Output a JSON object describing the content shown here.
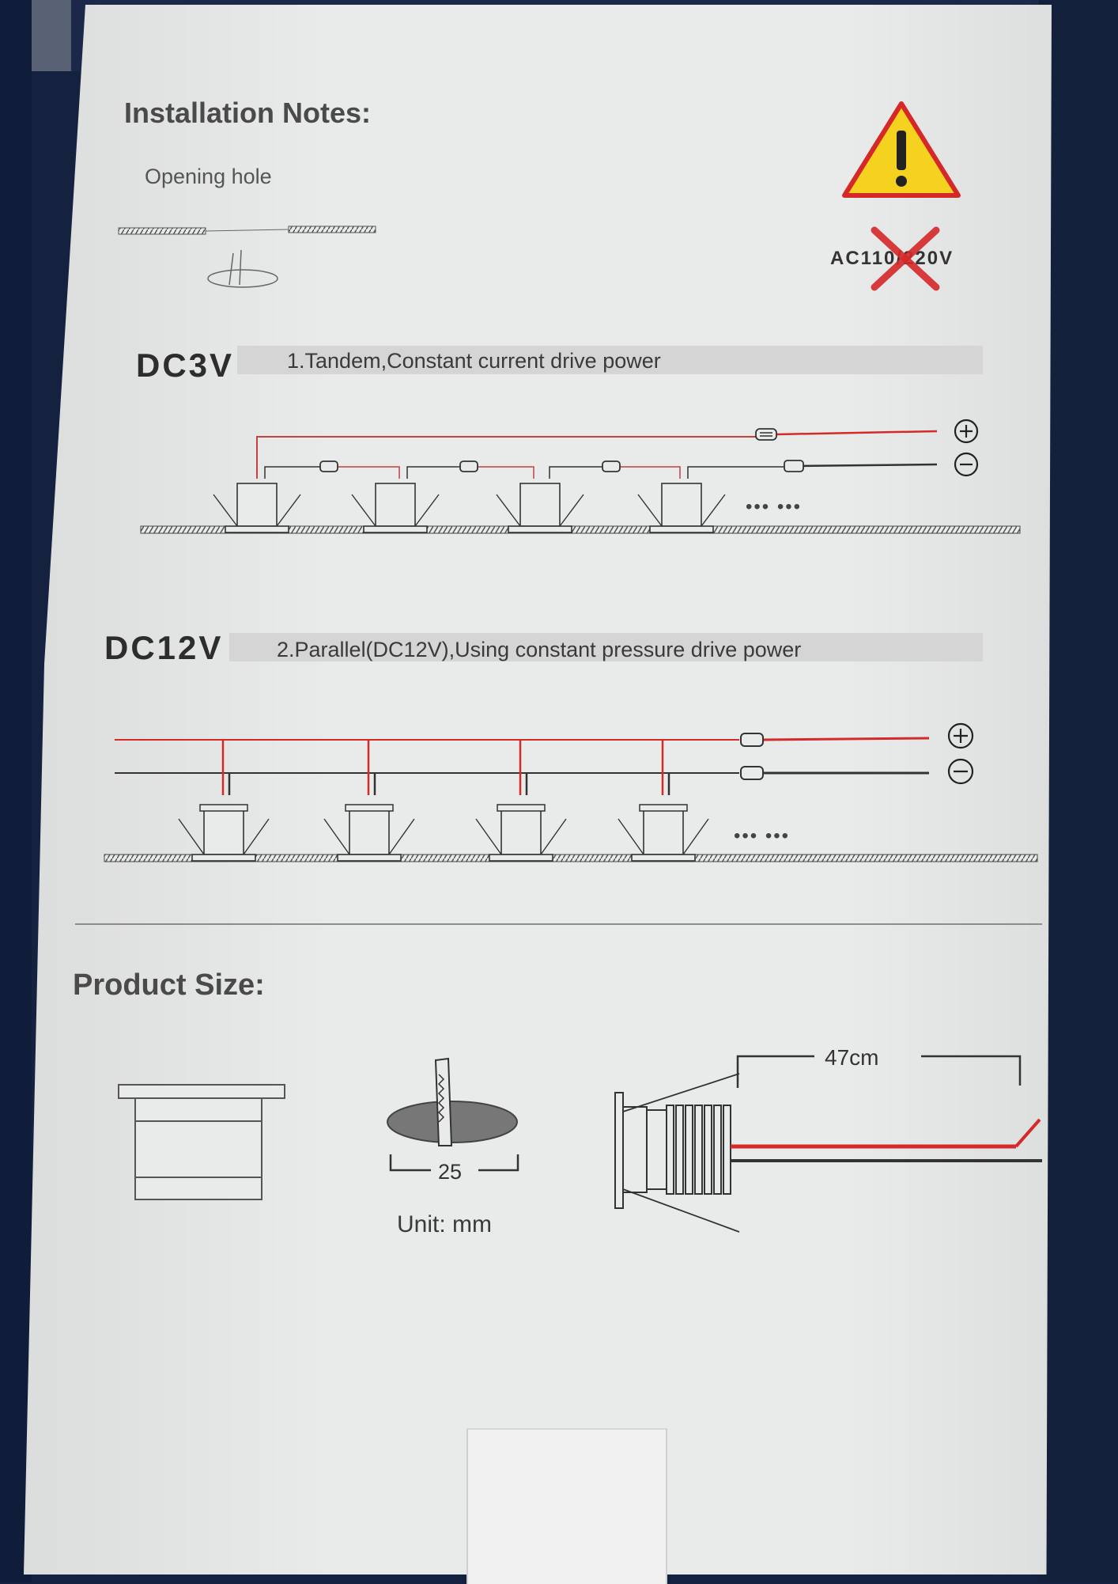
{
  "installation": {
    "heading": "Installation Notes:",
    "opening_hole": "Opening hole",
    "warning_label": "AC110/220V"
  },
  "dc3v": {
    "voltage": "DC3V",
    "description": "1.Tandem,Constant current drive power",
    "dots": "••• •••"
  },
  "dc12v": {
    "voltage": "DC12V",
    "description": "2.Parallel(DC12V),Using constant pressure drive power",
    "dots": "••• •••"
  },
  "product": {
    "heading": "Product Size:",
    "hole_size": "25",
    "unit": "Unit: mm",
    "cable_length": "47cm"
  },
  "colors": {
    "wire_positive": "#d42a2a",
    "wire_negative": "#333333",
    "warning_yellow": "#f5d21f",
    "warning_red": "#d62828"
  }
}
